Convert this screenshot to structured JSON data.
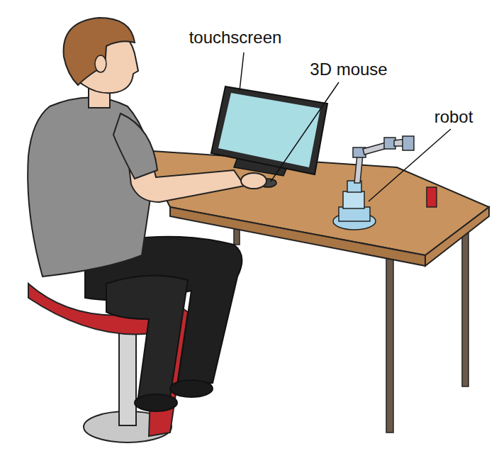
{
  "diagram": {
    "labels": [
      "touchscreen",
      "3D mouse",
      "robot"
    ]
  }
}
